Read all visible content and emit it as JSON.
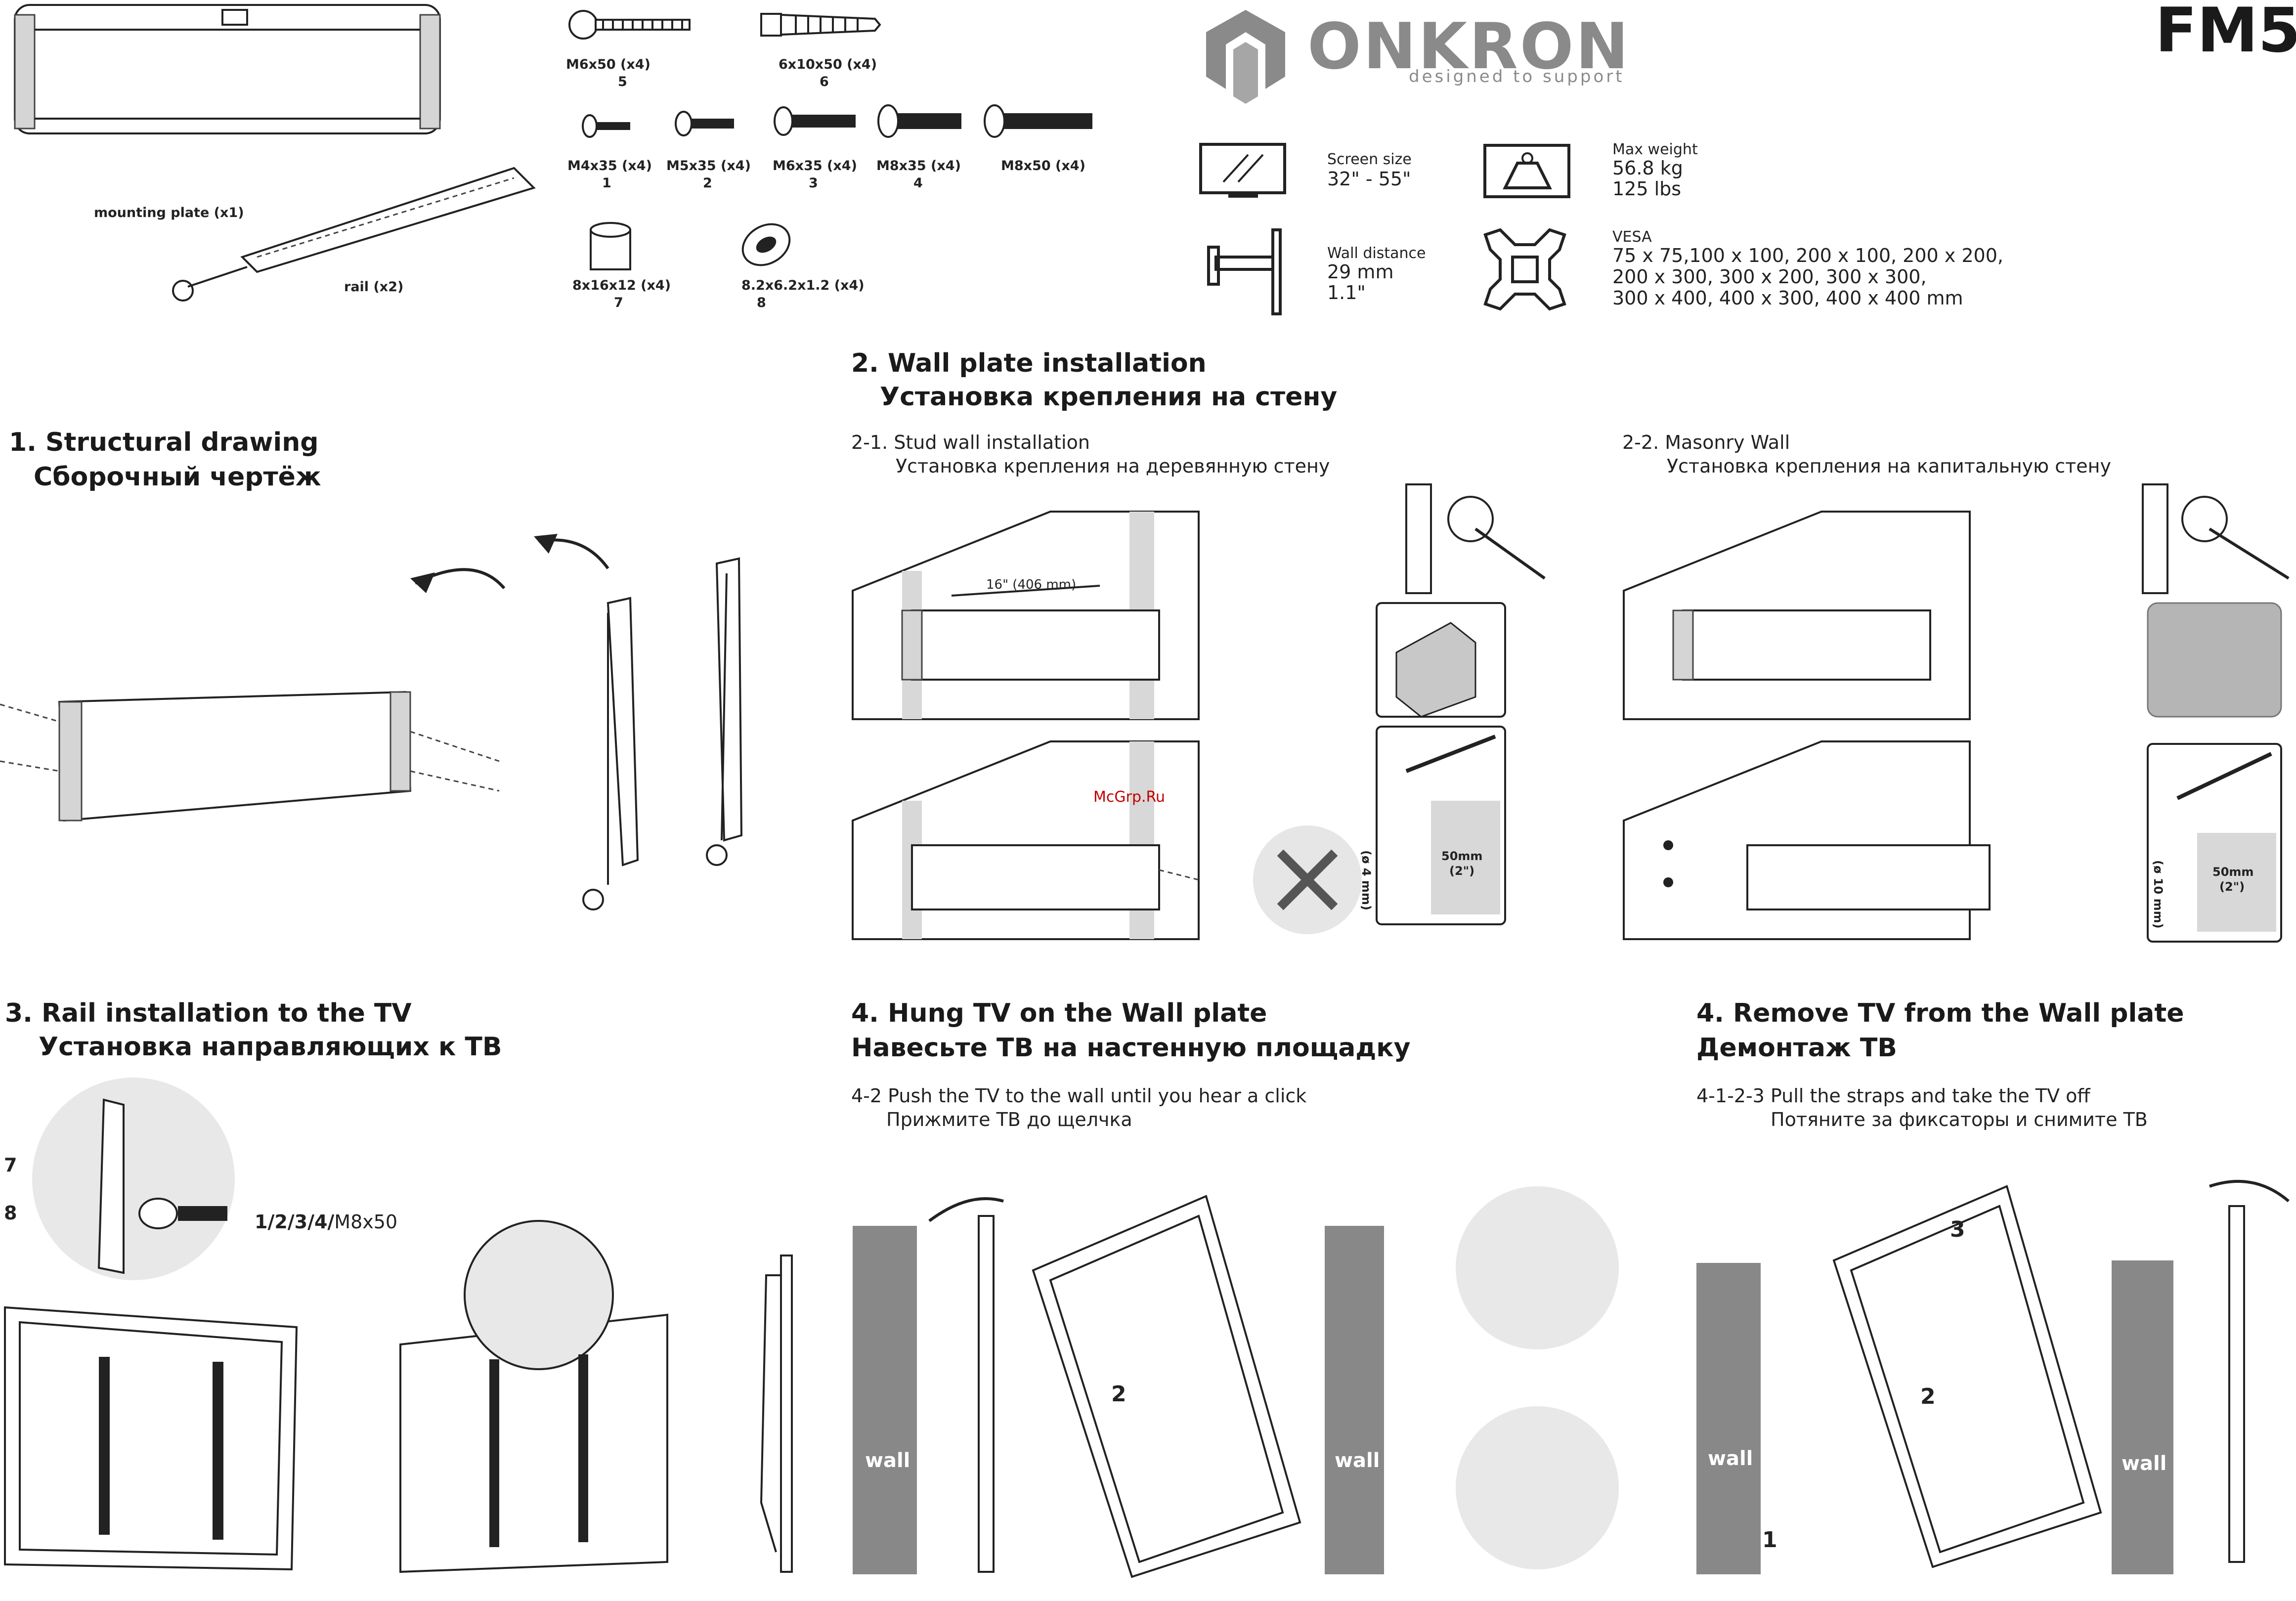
{
  "brand": {
    "name": "ONKRON",
    "tagline": "designed to support",
    "model": "FM5"
  },
  "parts": {
    "mounting_plate": "mounting plate (x1)",
    "rail": "rail (x2)",
    "screws": [
      {
        "spec": "M6x50 (x4)",
        "num": "5"
      },
      {
        "spec": "6x10x50 (x4)",
        "num": "6"
      },
      {
        "spec": "M4x35 (x4)",
        "num": "1"
      },
      {
        "spec": "M5x35 (x4)",
        "num": "2"
      },
      {
        "spec": "M6x35 (x4)",
        "num": "3"
      },
      {
        "spec": "M8x35 (x4)",
        "num": "4"
      },
      {
        "spec": "M8x50 (x4)",
        "num": ""
      },
      {
        "spec": "8x16x12 (x4)",
        "num": "7"
      },
      {
        "spec": "8.2x6.2x1.2 (x4)",
        "num": "8"
      }
    ]
  },
  "specs": {
    "screen_label": "Screen size",
    "screen_value": "32\" - 55\"",
    "weight_label": "Max weight",
    "weight_kg": "56.8 kg",
    "weight_lbs": "125 lbs",
    "distance_label": "Wall distance",
    "distance_mm": "29 mm",
    "distance_in": "1.1\"",
    "vesa_label": "VESA",
    "vesa_line1": "75 x 75,100 x 100, 200 x 100, 200 x 200,",
    "vesa_line2": "200 x 300, 300 x 200, 300 x 300,",
    "vesa_line3": "300 x 400, 400 x 300, 400 x 400 mm"
  },
  "sections": {
    "s1_en": "1. Structural drawing",
    "s1_ru": "Сборочный чертёж",
    "s2_en": "2. Wall plate installation",
    "s2_ru": "Установка крепления на стену",
    "s21_en": "2-1. Stud wall installation",
    "s21_ru": "Установка крепления на деревянную стену",
    "s22_en": "2-2. Masonry Wall",
    "s22_ru": "Установка крепления на капитальную стену",
    "s3_en": "3. Rail installation to the TV",
    "s3_ru": "Установка направляющих к ТВ",
    "s4a_en": "4. Hung TV on the Wall plate",
    "s4a_ru": "Навесьте ТВ на настенную площадку",
    "s4a_sub_en": "4-2 Push the TV to the wall until you hear a click",
    "s4a_sub_ru": "Прижмите ТВ до щелчка",
    "s4b_en": "4. Remove TV from the Wall plate",
    "s4b_ru": "Демонтаж ТВ",
    "s4b_sub_en": "4-1-2-3 Pull the straps and take the TV off",
    "s4b_sub_ru": "Потяните за фиксаторы и снимите ТВ"
  },
  "diagram_labels": {
    "stud_spacing": "16\" (406 mm)",
    "depth": "50mm",
    "depth_in": "(2\")",
    "drill_stud": "(ø 4 mm)",
    "drill_masonry": "(ø 10 mm)",
    "watermark": "McGrp.Ru",
    "rail_callout_7": "7",
    "rail_callout_8": "8",
    "rail_callout_screws": "1/2/3/4/",
    "rail_callout_m8": "M8x50",
    "wall": "wall",
    "step1": "1",
    "step2": "2",
    "step3": "3"
  },
  "colors": {
    "wall_gray": "#888888",
    "text": "#1a1a1a"
  }
}
